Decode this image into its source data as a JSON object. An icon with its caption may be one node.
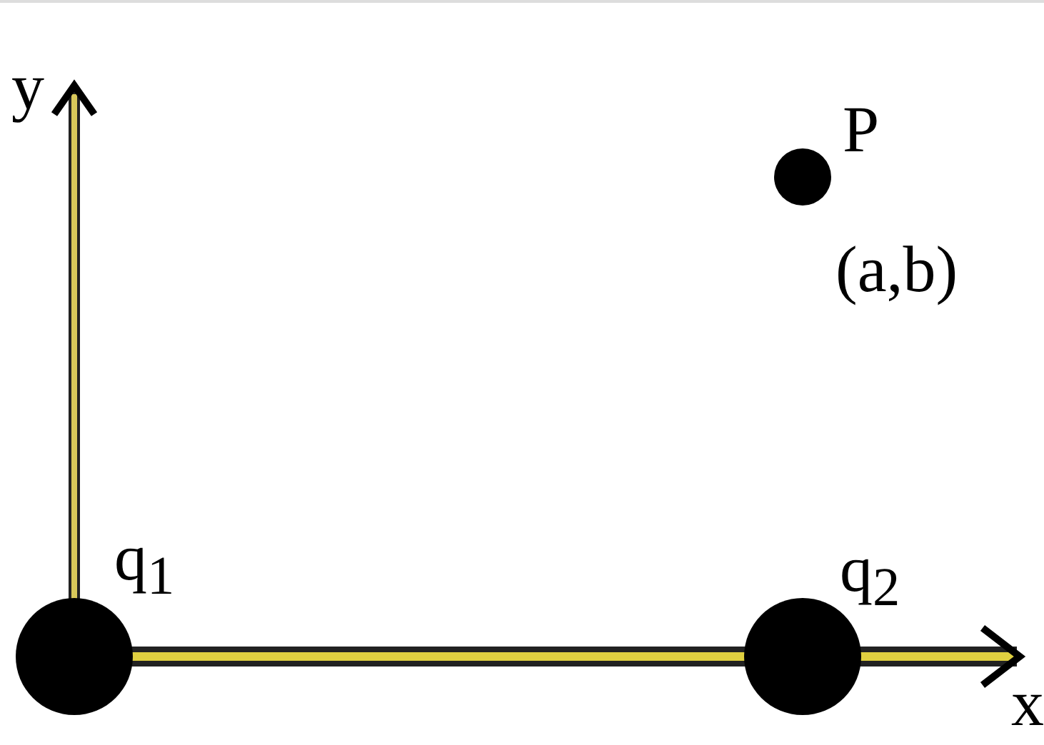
{
  "diagram": {
    "nodes": [
      {
        "text": [],
        "shape": "circle",
        "beside": [
          "q$_{1}$"
        ]
      },
      {
        "text": [],
        "shape": "circle",
        "beside": [
          "q$_{2}$"
        ]
      },
      {
        "text": [],
        "shape": "circle",
        "beside": [
          "P",
          "(a,b)"
        ]
      }
    ],
    "labels": [
      "y",
      "x"
    ]
  }
}
